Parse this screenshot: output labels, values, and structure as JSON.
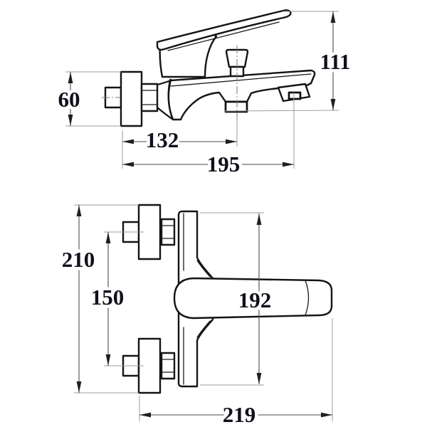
{
  "drawing": {
    "kind": "technical dimension drawing",
    "colors": {
      "background": "#ffffff",
      "outline": "#141414",
      "dimension_line": "#4a4a4a",
      "extension_line": "#9e9e9e",
      "text": "#10101a"
    },
    "dimensions": {
      "side_view": {
        "escutcheon_diameter": "60",
        "overall_height": "111",
        "wall_to_outlet_center": "132",
        "wall_to_diverter_center": "195"
      },
      "plan_view": {
        "overall_width": "210",
        "connection_centers": "150",
        "body_length": "192",
        "overall_length": "219"
      }
    }
  }
}
